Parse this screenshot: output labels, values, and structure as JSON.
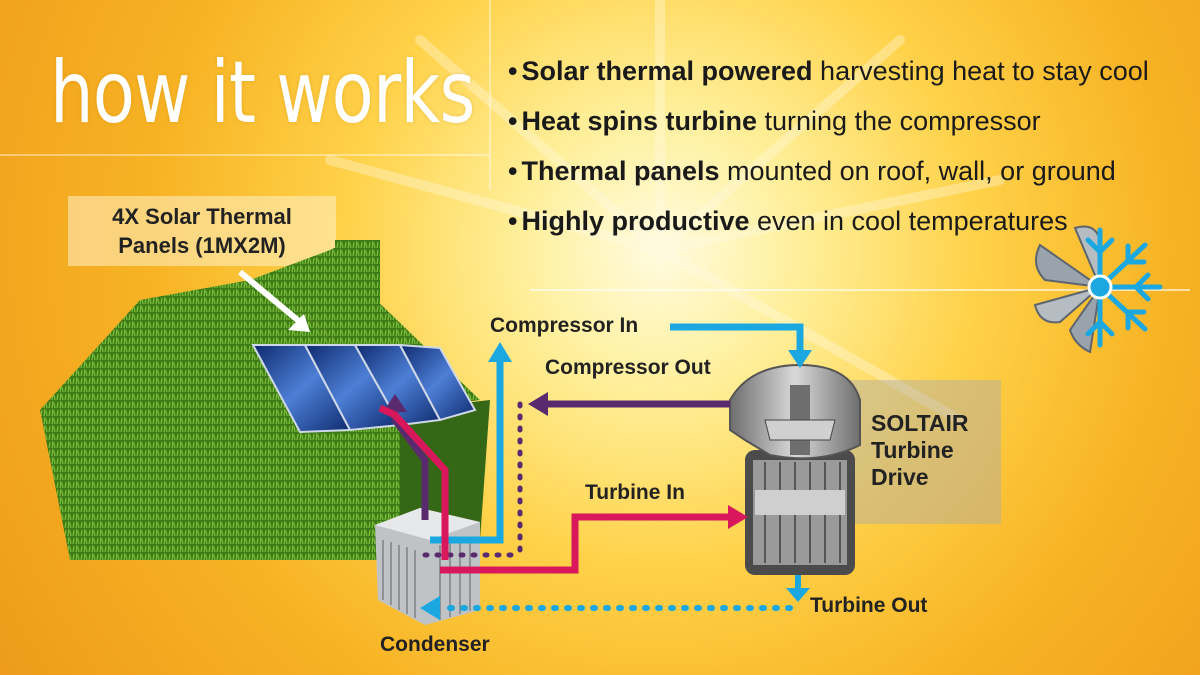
{
  "title": "how it works",
  "bullets": [
    {
      "bold": "Solar thermal powered",
      "rest": " harvesting heat to stay cool"
    },
    {
      "bold": "Heat spins turbine",
      "rest": " turning the compressor"
    },
    {
      "bold": "Thermal panels",
      "rest": " mounted on roof, wall, or ground"
    },
    {
      "bold": "Highly productive",
      "rest": " even in cool temperatures"
    }
  ],
  "bullet_marker": "•",
  "callout": {
    "line1": "4X Solar Thermal",
    "line2": "Panels (1MX2M)"
  },
  "soltair_label": "SOLTAIR\nTurbine\nDrive",
  "labels": {
    "compressor_in": "Compressor In",
    "compressor_out": "Compressor Out",
    "turbine_in": "Turbine In",
    "turbine_out": "Turbine Out",
    "condenser": "Condenser"
  },
  "colors": {
    "cold_line": "#1ba8e0",
    "hot_line": "#d8185a",
    "purple_line": "#5a2a6e",
    "grass": "#4a8a1c",
    "panel": "#1c3d8a",
    "turbine_grey": "#8a8a8a"
  },
  "icons": [
    "fan-snowflake-icon",
    "house-icon",
    "solar-panel-icon",
    "condenser-icon",
    "turbine-icon"
  ]
}
